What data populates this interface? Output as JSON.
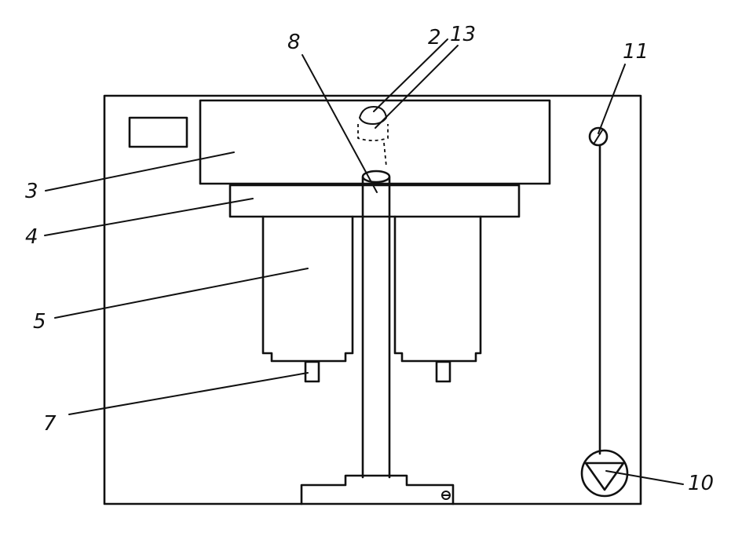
{
  "labels": {
    "l2": "2",
    "l13": "13",
    "l8": "8",
    "l11": "11",
    "l3": "3",
    "l4": "4",
    "l5": "5",
    "l7": "7",
    "l10": "10"
  },
  "colors": {
    "ink": "#111111",
    "background": "#ffffff"
  }
}
